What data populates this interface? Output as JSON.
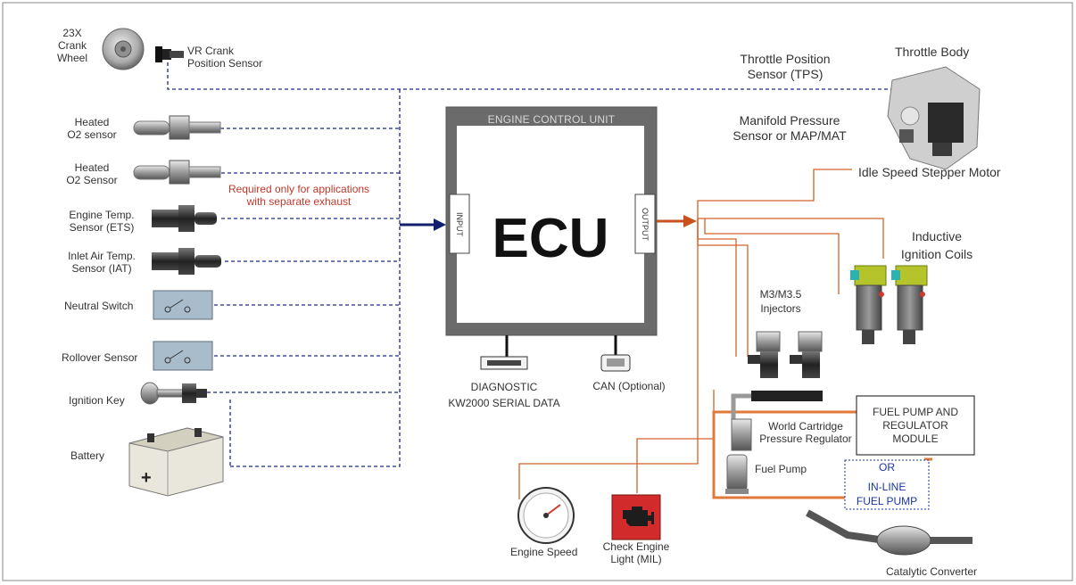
{
  "inputs": {
    "crank_wheel": "23X\nCrank\nWheel",
    "vr_sensor": "VR Crank\nPosition Sensor",
    "o2_1": "Heated\nO2 sensor",
    "o2_2": "Heated\nO2 Sensor",
    "required_note": "Required only for applications\nwith separate exhaust",
    "ets": "Engine Temp.\nSensor (ETS)",
    "iat": "Inlet Air Temp.\nSensor (IAT)",
    "neutral": "Neutral Switch",
    "rollover": "Rollover Sensor",
    "ignition_key": "Ignition Key",
    "battery": "Battery"
  },
  "ecu": {
    "header": "ENGINE CONTROL UNIT",
    "title": "ECU",
    "input_label": "INPUT",
    "output_label": "OUTPUT",
    "diagnostic": "DIAGNOSTIC\nKW2000 SERIAL DATA",
    "can": "CAN (Optional)"
  },
  "outputs": {
    "tps": "Throttle Position\nSensor (TPS)",
    "throttle_body": "Throttle Body",
    "map": "Manifold Pressure\nSensor or MAP/MAT",
    "idle": "Idle Speed Stepper Motor",
    "coils": "Inductive\nIgnition Coils",
    "injectors": "M3/M3.5\nInjectors",
    "regulator": "World Cartridge\nPressure Regulator",
    "fuel_pump": "Fuel Pump",
    "module": "FUEL PUMP  AND\nREGULATOR\nMODULE",
    "or": "OR",
    "inline": "IN-LINE\nFUEL PUMP",
    "engine_speed": "Engine Speed",
    "check_engine": "Check Engine\nLight (MIL)",
    "catalytic": "Catalytic Converter"
  },
  "colors": {
    "input_wire": "#1f2a8a",
    "output_wire": "#d0642a",
    "ecu_frame": "#6b6b6b"
  }
}
